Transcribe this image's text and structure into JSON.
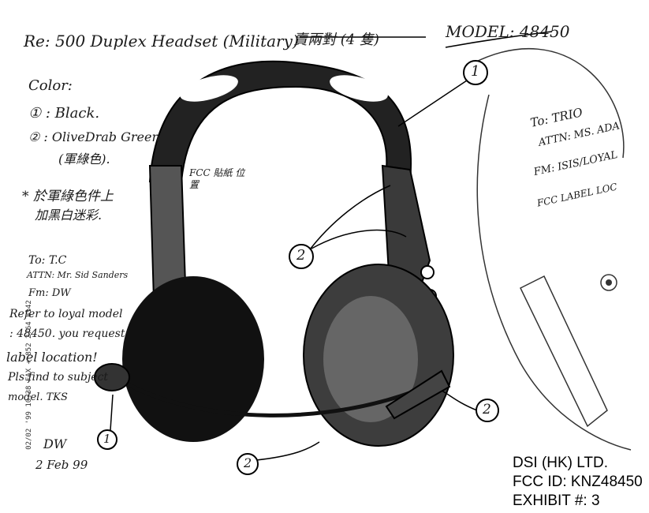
{
  "header": {
    "title": "Re: 500 Duplex Headset (Military)",
    "chinese_struck": "賣兩對 (4 隻)",
    "model": "MODEL: 48450"
  },
  "color_notes": {
    "heading": "Color:",
    "item1": "① : Black.",
    "item2": "② : OliveDrab Green",
    "item2_cn": "(軍綠色).",
    "note_line1": "* 於軍綠色件上",
    "note_line2": "加黑白迷彩."
  },
  "fcc_note": "FCC 貼紙 位置",
  "memo_left": {
    "to": "To: T.C",
    "attn": "ATTN: Mr. Sid Sanders",
    "from": "Fm: DW",
    "lines": [
      "Refer to loyal model",
      ": 48450. you request",
      "label location!",
      "Pls find to subject",
      "model. TKS"
    ],
    "sign": "DW",
    "date": "2 Feb 99"
  },
  "memo_right": {
    "to": "To: TRIO",
    "attn": "ATTN: MS. ADA",
    "from": "FM: ISIS/LOYAL",
    "label": "FCC LABEL LOC"
  },
  "callouts": [
    "1",
    "2",
    "1",
    "2",
    "2"
  ],
  "fax_header": "02/02 '99 10:38 FAX + 852 2764 8142",
  "footer": {
    "company": "DSI (HK) LTD.",
    "fcc_id": "FCC ID:  KNZ48450",
    "exhibit": "EXHIBIT #:  3"
  }
}
